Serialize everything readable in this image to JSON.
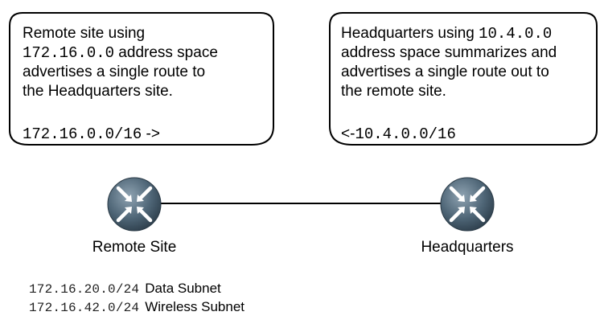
{
  "left_callout": {
    "line1": "Remote site using",
    "address": "172.16.0.0",
    "line2_rest": " address space",
    "line3": "advertises a single route to",
    "line4": "the Headquarters site.",
    "route": "172.16.0.0/16",
    "arrow": " ->"
  },
  "right_callout": {
    "line1": "Headquarters using ",
    "address": "10.4.0.0",
    "line2": "address space summarizes and",
    "line3": "advertises a single route out to",
    "line4": "the remote site.",
    "arrow": "<-",
    "route": "10.4.0.0/16"
  },
  "routers": {
    "remote_label": "Remote Site",
    "hq_label": "Headquarters"
  },
  "subnets": [
    {
      "prefix": "172.16.20.0/24",
      "name": "Data Subnet"
    },
    {
      "prefix": "172.16.42.0/24",
      "name": "Wireless Subnet"
    }
  ]
}
